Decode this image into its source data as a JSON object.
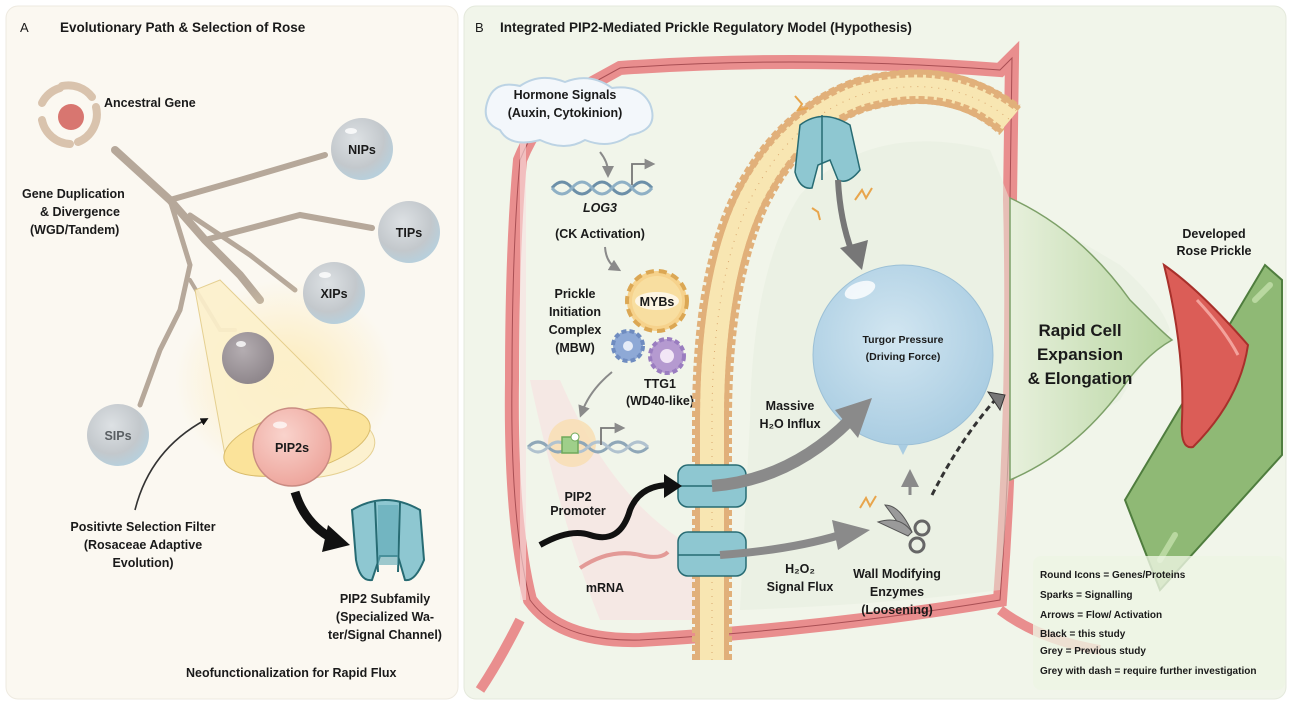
{
  "colors": {
    "panel_a_bg": "#fbf8f1",
    "panel_b_bg": "#f1f5ea",
    "cell_wall": "#e98e8e",
    "membrane_head": "#e1b07a",
    "membrane_core": "#f8e6b2",
    "channel": "#8ec7d1",
    "gene_grey": "#c6ccd0",
    "pip2_pink": "#f4b8b0",
    "tree_branch": "#b6a89a",
    "prickle_red": "#db5d57",
    "stem_green": "#8fb975",
    "turgor_blue": "#bcd9ea",
    "arrow_grey": "#8a8a8a",
    "arrow_black": "#111111",
    "spark_orange": "#e8a54c"
  },
  "panel_a": {
    "letter": "A",
    "title": "Evolutionary Path & Selection of Rose",
    "ancestral_gene": "Ancestral Gene",
    "duplication": [
      "Gene Duplication",
      "& Divergence",
      "(WGD/Tandem)"
    ],
    "genes": {
      "nips": "NIPs",
      "tips": "TIPs",
      "xips": "XIPs",
      "sips": "SIPs",
      "pip2s": "PIP2s"
    },
    "selection_filter": [
      "Positivte Selection Filter",
      "(Rosaceae Adaptive",
      "Evolution)"
    ],
    "pip2_subfamily": [
      "PIP2 Subfamily",
      "(Specialized Wa-",
      "ter/Signal Channel)"
    ],
    "footer": "Neofunctionalization for Rapid Flux"
  },
  "panel_b": {
    "letter": "B",
    "title": "Integrated PIP2-Mediated Prickle Regulatory Model (Hypothesis)",
    "hormone": [
      "Hormone Signals",
      "(Auxin, Cytokinion)"
    ],
    "log3": "LOG3",
    "ck_activation": "(CK Activation)",
    "complex": [
      "Prickle",
      "Initiation",
      "Complex",
      "(MBW)"
    ],
    "mybs": "MYBs",
    "ttg1": [
      "TTG1",
      "(WD40-like)"
    ],
    "promoter": [
      "PIP2",
      "Promoter"
    ],
    "mrna": "mRNA",
    "influx": [
      "Massive",
      "H₂O Influx"
    ],
    "turgor": [
      "Turgor Pressure",
      "(Driving Force)"
    ],
    "h2o2": [
      "H₂O₂",
      "Signal Flux"
    ],
    "enzymes": [
      "Wall Modifying",
      "Enzymes",
      "(Loosening)"
    ],
    "expansion": [
      "Rapid Cell",
      "Expansion",
      "& Elongation"
    ],
    "prickle": [
      "Developed",
      "Rose Prickle"
    ],
    "legend": [
      "Round Icons = Genes/Proteins",
      "Sparks = Signalling",
      "Arrows = Flow/ Activation",
      "Black = this study",
      "Grey = Previous study",
      "Grey with dash = require further investigation"
    ]
  }
}
